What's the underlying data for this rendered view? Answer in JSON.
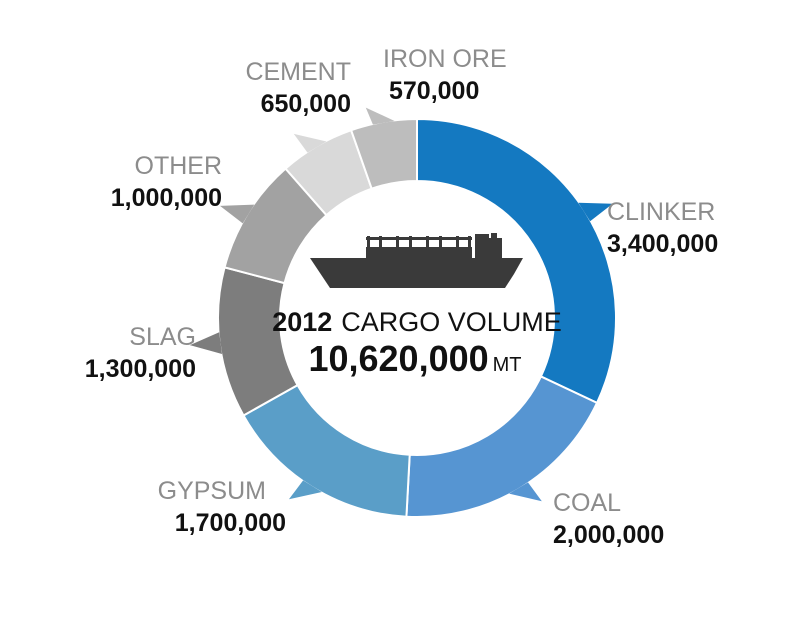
{
  "chart_data": {
    "type": "pie",
    "donut": true,
    "center": {
      "year": "2012",
      "title": "CARGO VOLUME",
      "total": "10,620,000",
      "unit": "MT"
    },
    "slices": [
      {
        "name": "CLINKER",
        "value": 3400000,
        "value_label": "3,400,000",
        "color": "#1479c1",
        "label_side": "right"
      },
      {
        "name": "COAL",
        "value": 2000000,
        "value_label": "2,000,000",
        "color": "#5695d2",
        "label_side": "right"
      },
      {
        "name": "GYPSUM",
        "value": 1700000,
        "value_label": "1,700,000",
        "color": "#5a9ec8",
        "label_side": "left"
      },
      {
        "name": "SLAG",
        "value": 1300000,
        "value_label": "1,300,000",
        "color": "#7d7d7d",
        "label_side": "left"
      },
      {
        "name": "OTHER",
        "value": 1000000,
        "value_label": "1,000,000",
        "color": "#a2a2a2",
        "label_side": "left"
      },
      {
        "name": "CEMENT",
        "value": 650000,
        "value_label": "650,000",
        "color": "#d9d9d9",
        "label_side": "left"
      },
      {
        "name": "IRON ORE",
        "value": 570000,
        "value_label": "570,000",
        "color": "#bdbdbd",
        "label_side": "left"
      }
    ]
  },
  "icons": {
    "center": "cargo-ship-icon"
  }
}
